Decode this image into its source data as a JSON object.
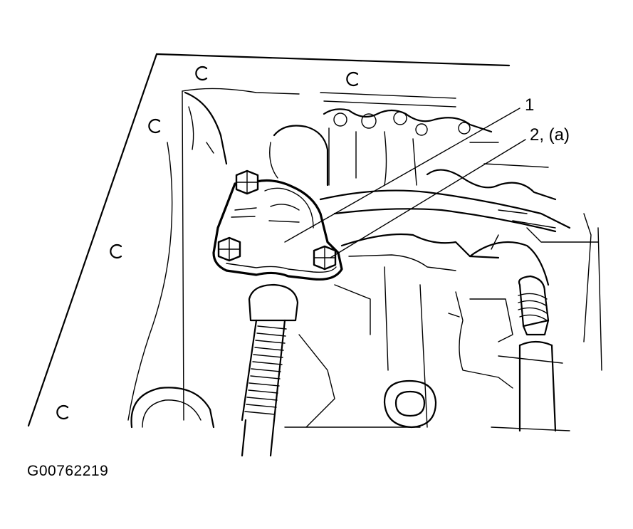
{
  "callouts": {
    "part_1": "1",
    "part_2": "2, (a)"
  },
  "figure_id": "G00762219",
  "colors": {
    "line": "#000000",
    "background": "#ffffff"
  }
}
